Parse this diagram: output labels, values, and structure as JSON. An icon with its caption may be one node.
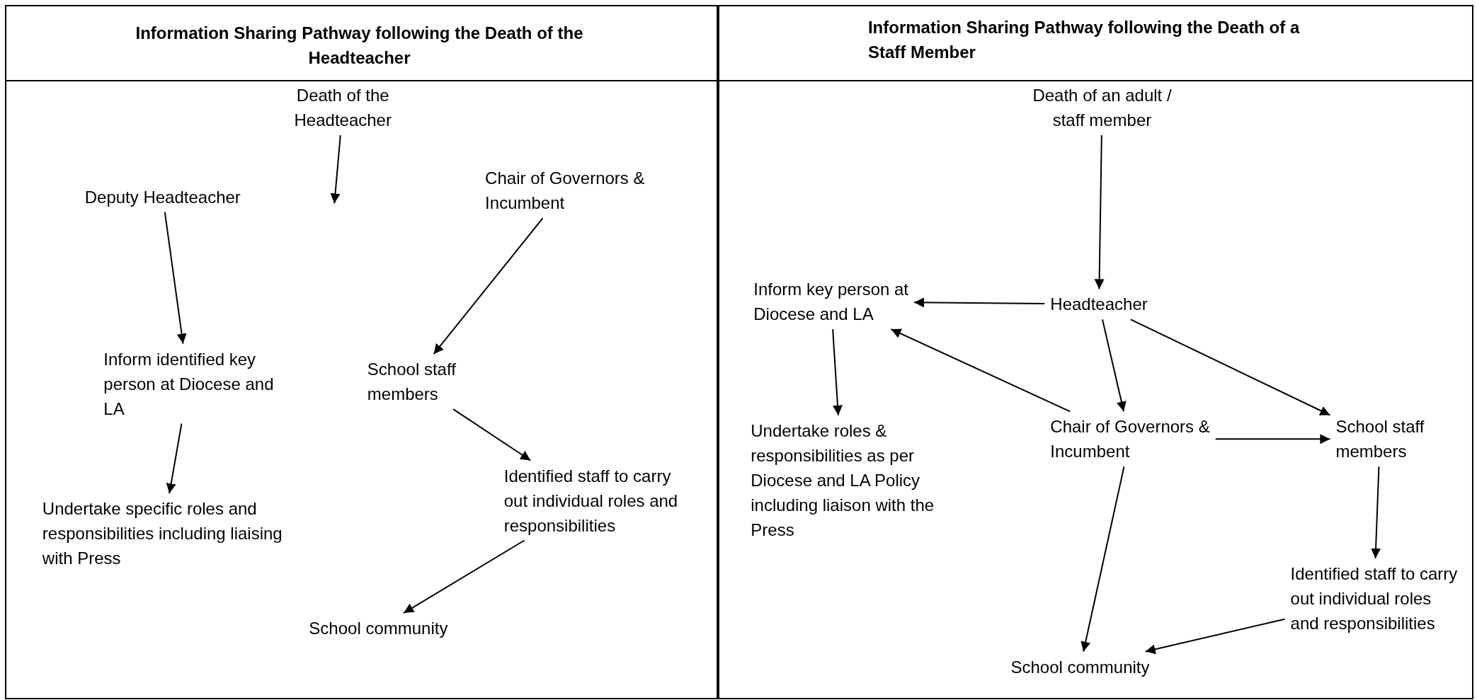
{
  "diagram": {
    "nodes": [
      {
        "text": [
          "Information Sharing Pathway following the Death of the Headteacher"
        ]
      },
      {
        "text": [
          "Death of the Headteacher"
        ],
        "in": 0
      },
      {
        "text": [
          "Deputy Headteacher"
        ],
        "in": 0
      },
      {
        "text": [
          "Chair of Governors & Incumbent"
        ],
        "in": 0
      },
      {
        "text": [
          "Inform identified key person at Diocese and LA"
        ],
        "in": 0
      },
      {
        "text": [
          "School staff members"
        ],
        "in": 0
      },
      {
        "text": [
          "Undertake specific roles and responsibilities including liaising with Press"
        ],
        "in": 0
      },
      {
        "text": [
          "Identified staff to carry out individual roles and responsibilities"
        ],
        "in": 0
      },
      {
        "text": [
          "School community"
        ],
        "in": 0
      },
      {
        "text": [
          "Information Sharing Pathway following the Death of a Staff Member"
        ]
      },
      {
        "text": [
          "Death of an adult / staff member"
        ],
        "in": 9
      },
      {
        "text": [
          "Inform key person at Diocese and LA"
        ],
        "in": 9
      },
      {
        "text": [
          "Headteacher"
        ],
        "in": 9
      },
      {
        "text": [
          "Undertake roles & responsibilities as per Diocese and LA Policy including liaison with the Press"
        ],
        "in": 9
      },
      {
        "text": [
          "Chair of Governors & Incumbent"
        ],
        "in": 9
      },
      {
        "text": [
          "School staff members"
        ],
        "in": 9
      },
      {
        "text": [
          "Identified staff to carry out individual roles and responsibilities"
        ],
        "in": 9
      },
      {
        "text": [
          "School community"
        ],
        "in": 9
      }
    ],
    "edges": [
      {
        "from": 1,
        "to": null,
        "arrow": "to"
      },
      {
        "from": 2,
        "to": 4,
        "arrow": "to"
      },
      {
        "from": 3,
        "to": 5,
        "arrow": "to"
      },
      {
        "from": 4,
        "to": 6,
        "arrow": "to"
      },
      {
        "from": 5,
        "to": 7,
        "arrow": "to"
      },
      {
        "from": 7,
        "to": 8,
        "arrow": "to"
      },
      {
        "from": 10,
        "to": 12,
        "arrow": "to"
      },
      {
        "from": 12,
        "to": 11,
        "arrow": "to"
      },
      {
        "from": 12,
        "to": 14,
        "arrow": "to"
      },
      {
        "from": 12,
        "to": 15,
        "arrow": "to"
      },
      {
        "from": 11,
        "to": 13,
        "arrow": "to"
      },
      {
        "from": 14,
        "to": 11,
        "arrow": "to"
      },
      {
        "from": 14,
        "to": 15,
        "arrow": "to"
      },
      {
        "from": 14,
        "to": 17,
        "arrow": "to"
      },
      {
        "from": 15,
        "to": 16,
        "arrow": "to"
      },
      {
        "from": 16,
        "to": 17,
        "arrow": "to"
      }
    ]
  }
}
